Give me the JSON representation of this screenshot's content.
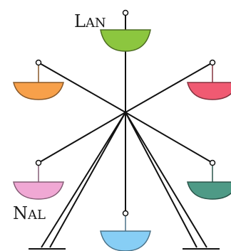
{
  "labels": {
    "top": "Lan",
    "bottom_left": "Nal"
  },
  "gondolas": [
    {
      "id": "top",
      "color": "#8cc63f"
    },
    {
      "id": "upper-right",
      "color": "#f05a72"
    },
    {
      "id": "lower-right",
      "color": "#4e9a86"
    },
    {
      "id": "bottom",
      "color": "#87cef5"
    },
    {
      "id": "lower-left",
      "color": "#f0a8d4"
    },
    {
      "id": "upper-left",
      "color": "#f7a04a"
    }
  ],
  "colors": {
    "line": "#111111"
  }
}
